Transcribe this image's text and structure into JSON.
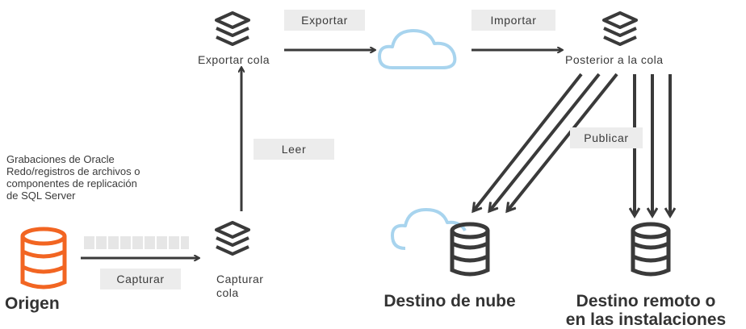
{
  "labels": {
    "export_queue": "Exportar cola",
    "post_queue": "Posterior a la cola",
    "capture_queue": "Capturar\ncola",
    "source": "Origen",
    "cloud_target": "Destino de nube",
    "remote_target": "Destino remoto o\nen las instalaciones",
    "source_note": "Grabaciones de Oracle\nRedo/registros de archivos o\ncomponentes de replicación\nde SQL Server"
  },
  "actions": {
    "export": "Exportar",
    "import": "Importar",
    "read": "Leer",
    "publish": "Publicar",
    "capture": "Capturar"
  },
  "colors": {
    "dark": "#3a3a3a",
    "orange": "#f26522",
    "cloud": "#a8d4ee",
    "pill": "#ececec"
  }
}
